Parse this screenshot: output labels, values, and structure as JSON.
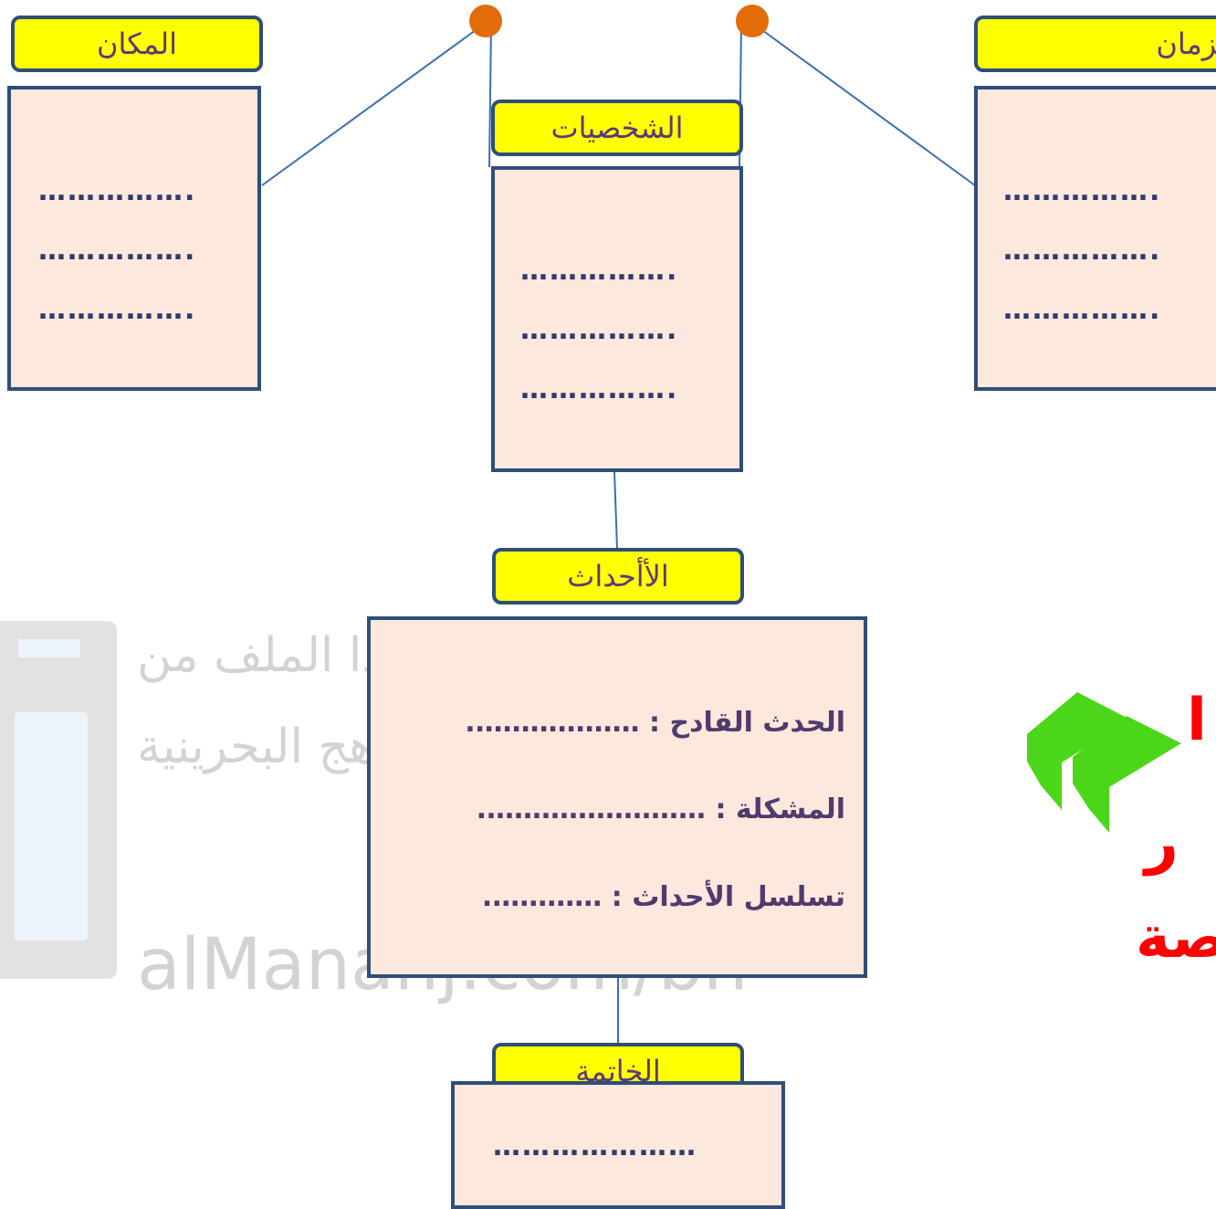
{
  "colors": {
    "label_fill": "#ffff00",
    "label_border": "#2f4e7a",
    "box_fill": "#fce8dc",
    "connector": "#3a6fb0",
    "node_dot": "#e36c0a",
    "arrow_green": "#4cd619",
    "red_text": "#ff0000"
  },
  "place": {
    "title": "المكان",
    "lines": [
      "…………….",
      "…………….",
      "……………."
    ]
  },
  "time": {
    "title": "الزمان",
    "lines": [
      "…………….",
      "…………….",
      "……………."
    ]
  },
  "characters": {
    "title": "الشخصيات",
    "lines": [
      "…………….",
      "…………….",
      "……………."
    ]
  },
  "events": {
    "title": "الأأحداث",
    "trigger_label": "الحدث القادح :",
    "trigger_value": "……………….",
    "problem_label": "المشكلة :",
    "problem_value": "…………………….",
    "sequence_label": "تسلسل الأحداث :",
    "sequence_value": "…………."
  },
  "conclusion": {
    "title": "الخاتمة",
    "line": "…………………"
  },
  "watermark": {
    "line1": "تم تحميل هذا الملف من",
    "line2": "موقع المناهج البحرينية",
    "url": "alManahj.com/bh"
  },
  "red_fragments": {
    "top": "ا",
    "middle": "ر",
    "bottom": "ـصة"
  },
  "icons": {
    "nav_arrow": "double-chevron-left-icon"
  }
}
